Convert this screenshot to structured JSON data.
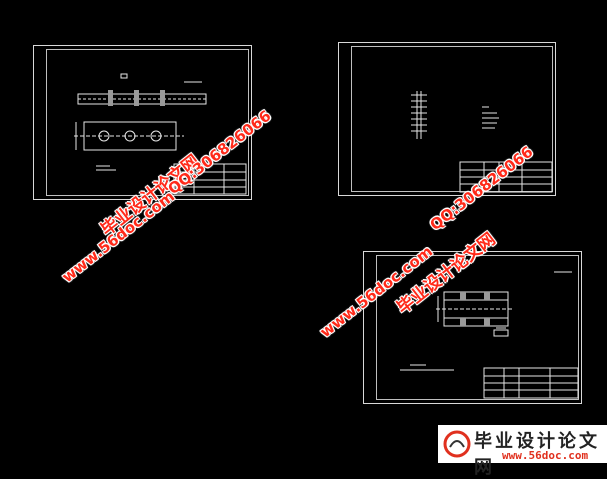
{
  "watermarks": {
    "site_cn": "毕业设计论文网",
    "site_url": "www.56doc.com",
    "qq": "QQ:306826066"
  },
  "logo": {
    "title": "毕业设计论文网",
    "url": "www.56doc.com"
  },
  "colors": {
    "background": "#000000",
    "line": "#d8d8d8",
    "watermark": "#ff2a1a"
  }
}
